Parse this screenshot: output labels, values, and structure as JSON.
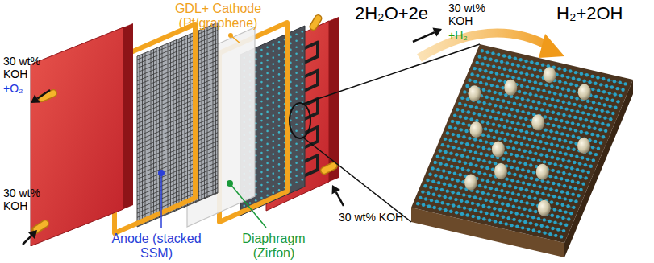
{
  "diagram": {
    "labels": [
      "GDL+ Cathode (Pt/graphene)",
      "30 wt% KOH",
      "+H₂",
      "30 wt% KOH",
      "+O₂",
      "30 wt% KOH",
      "30 wt% KOH",
      "Anode (stacked SSM)",
      "Diaphragm (Zirfon)",
      "2H₂O+2e⁻",
      "H₂+2OH⁻"
    ]
  }
}
